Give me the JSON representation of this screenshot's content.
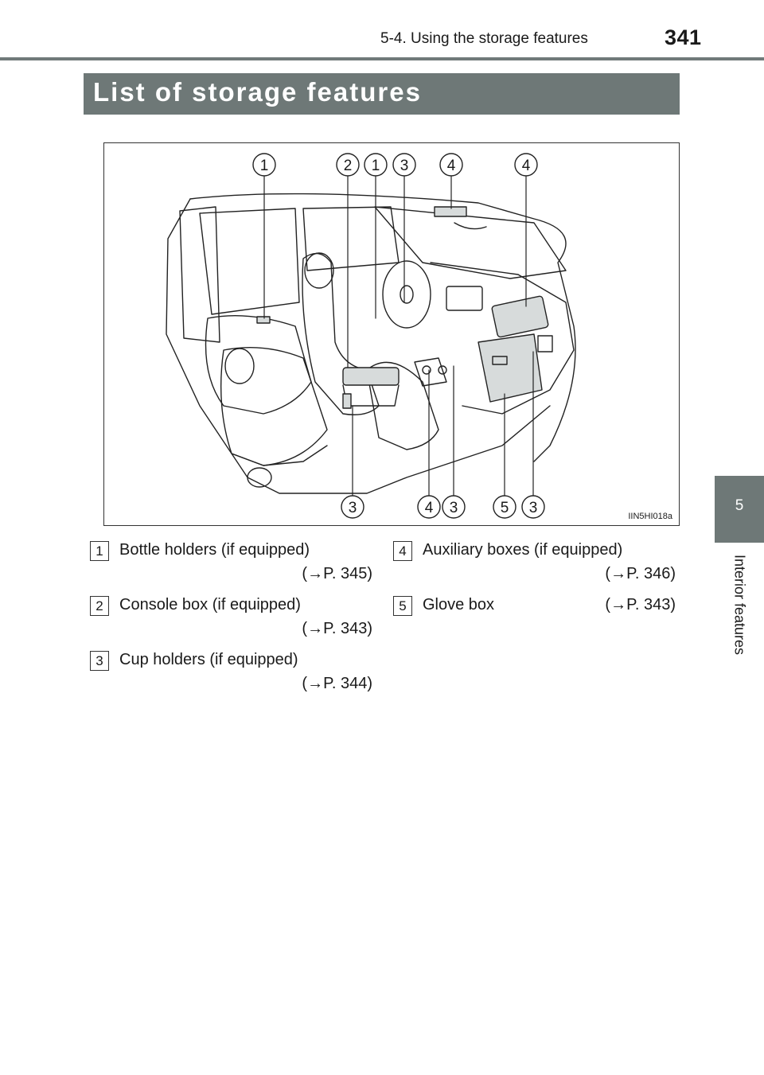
{
  "header": {
    "section": "5-4. Using the storage features",
    "page_number": "341"
  },
  "side_tab": {
    "number": "5",
    "label": "Interior features"
  },
  "title": "List of storage features",
  "figure": {
    "code": "IIN5HI018a",
    "top_callouts": [
      "1",
      "2",
      "1",
      "3",
      "4",
      "4"
    ],
    "bottom_callouts": [
      "3",
      "4",
      "3",
      "5",
      "3"
    ]
  },
  "legend": [
    {
      "num": "1",
      "text": "Bottle holders (if equipped)",
      "ref": "(→P. 345)"
    },
    {
      "num": "2",
      "text": "Console box (if equipped)",
      "ref": "(→P. 343)"
    },
    {
      "num": "3",
      "text": "Cup holders (if equipped)",
      "ref": "(→P. 344)"
    },
    {
      "num": "4",
      "text": "Auxiliary boxes (if equipped)",
      "ref": "(→P. 346)"
    },
    {
      "num": "5",
      "text": "Glove box",
      "ref": "(→P. 343)"
    }
  ]
}
